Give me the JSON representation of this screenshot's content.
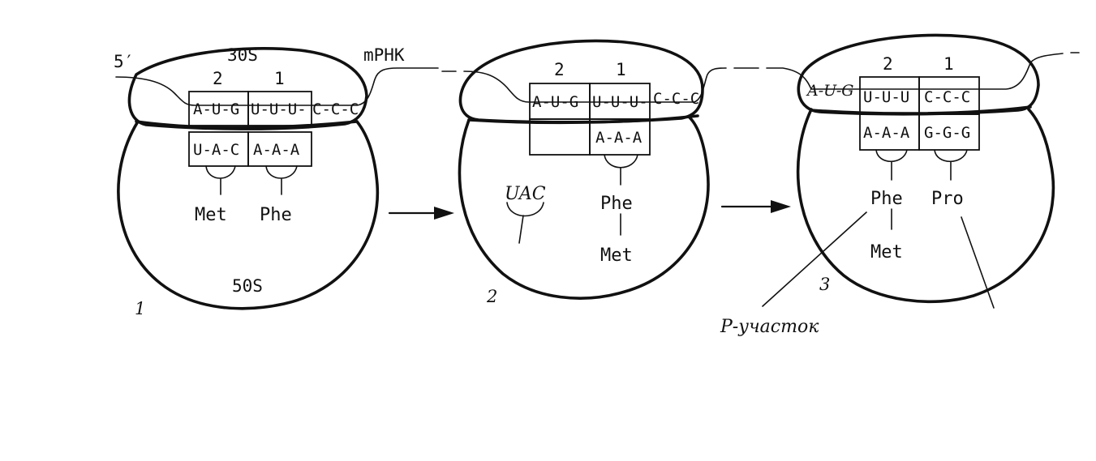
{
  "panels": [
    {
      "number": "1",
      "small_subunit": "30S",
      "large_subunit": "50S",
      "five_prime": "5′",
      "mrna_label": "mРНК",
      "site_numbers": [
        "2",
        "1"
      ],
      "mrna_codons": [
        "A-U-G",
        "U-U-U-",
        "C-C-C"
      ],
      "trna_anticodons": [
        "U-A-C",
        "A-A-A"
      ],
      "amino_acids": [
        "Met",
        "Phe"
      ]
    },
    {
      "number": "2",
      "site_numbers": [
        "2",
        "1"
      ],
      "mrna_codons": [
        "A-U-G",
        "U-U-U-",
        "C-C-C"
      ],
      "trna_anticodons": [
        "A-A-A"
      ],
      "released_trna": "UAC",
      "peptide": [
        "Phe",
        "Met"
      ]
    },
    {
      "number": "3",
      "site_numbers": [
        "2",
        "1"
      ],
      "mrna_codons": [
        "A-U-G",
        "U-U-U",
        "C-C-C"
      ],
      "trna_anticodons": [
        "A-A-A",
        "G-G-G"
      ],
      "peptide": [
        "Phe",
        "Met"
      ],
      "incoming_amino_acid": "Pro",
      "p_site_label": "Р-участок"
    }
  ]
}
